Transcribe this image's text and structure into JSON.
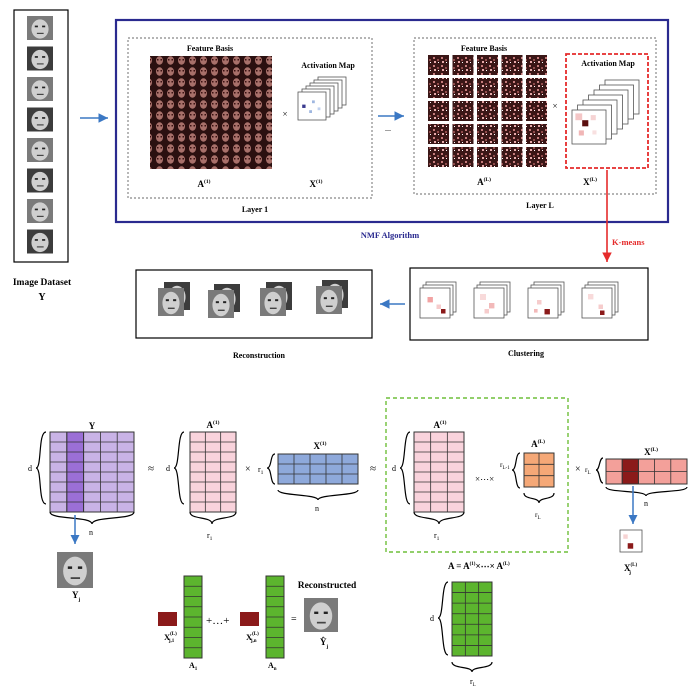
{
  "top": {
    "dataset_label": "Image Dataset",
    "dataset_symbol": "Y",
    "nmf_label": "NMF Algorithm",
    "feature_basis_label": "Feature Basis",
    "activation_map_label": "Activation Map",
    "layer1_label": "Layer 1",
    "layerL_label": "Layer L",
    "A1_label": "A",
    "A1_sup": "(1)",
    "X1_label": "X",
    "X1_sup": "(1)",
    "AL_label": "A",
    "AL_sup": "(L)",
    "XL_label": "X",
    "XL_sup": "(L)",
    "ellipsis": "...",
    "times": "×",
    "kmeans_label": "K-means",
    "clustering_label": "Clustering",
    "reconstruction_label": "Reconstruction"
  },
  "bottom": {
    "Y_label": "Y",
    "d_label": "d",
    "n_label": "n",
    "approx": "≈",
    "times": "×",
    "A1_label": "A",
    "A1_sup": "(1)",
    "X1_label": "X",
    "X1_sup": "(1)",
    "r1_label": "r",
    "r1_sub": "1",
    "AL_label": "A",
    "AL_sup": "(L)",
    "rLm1_label": "r",
    "rLm1_sub": "L-1",
    "chain": "×⋯×",
    "rL_label": "r",
    "rL_sub": "L",
    "XL_label": "X",
    "XL_sup": "(L)",
    "Yj_label": "Y",
    "Yj_sub": "j",
    "Xj_label": "X",
    "Xj_sup": "(L)",
    "Xj_sub": "j",
    "A_product_label": "A = A",
    "A_product_mid": "×⋯× A",
    "reconstructed_label": "Reconstructed",
    "Yhat_label": "Ŷ",
    "Yhat_sub": "j",
    "plus_dots": "+…+",
    "equals": "=",
    "A1col_label": "A",
    "A1col_sub": "1",
    "Ancol_label": "A",
    "Ancol_sub": "n",
    "Xj1_label": "X",
    "Xj1_sup": "(L)",
    "Xj1_sub": "j,1",
    "Xjn_label": "X",
    "Xjn_sup": "(L)",
    "Xjn_sub": "j,n"
  },
  "colors": {
    "nmf_border": "#2a2a8f",
    "red": "#e52b2b",
    "blue_arrow": "#3b78c4",
    "purple": "#c9b3e6",
    "purple_dark": "#9b6fd6",
    "pink": "#f9d3dc",
    "blue_matrix": "#8ea9db",
    "orange": "#f5a877",
    "salmon": "#f3a09a",
    "maroon": "#8b1a1a",
    "green": "#5cb52e",
    "green_dash": "#6fbf3a"
  }
}
